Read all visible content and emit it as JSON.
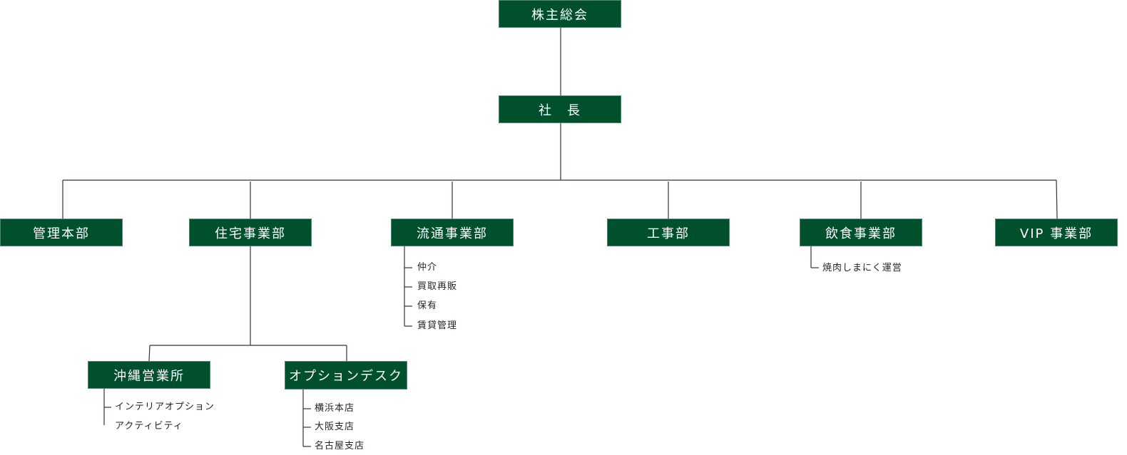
{
  "colors": {
    "box": "#00502e",
    "line": "#3a3030"
  },
  "top": {
    "label": "株主総会"
  },
  "president": {
    "label": "社　長"
  },
  "departments": [
    {
      "label": "管理本部"
    },
    {
      "label": "住宅事業部"
    },
    {
      "label": "流通事業部",
      "items": [
        "仲介",
        "買取再販",
        "保有",
        "賃貸管理"
      ]
    },
    {
      "label": "工事部"
    },
    {
      "label": "飲食事業部",
      "items": [
        "焼肉しまにく運営"
      ]
    },
    {
      "label": "VIP 事業部"
    }
  ],
  "housing_sub": [
    {
      "label": "沖縄営業所",
      "items": [
        "インテリアオプション",
        "アクティビティ"
      ]
    },
    {
      "label": "オプションデスク",
      "items": [
        "横浜本店",
        "大阪支店",
        "名古屋支店"
      ]
    }
  ]
}
